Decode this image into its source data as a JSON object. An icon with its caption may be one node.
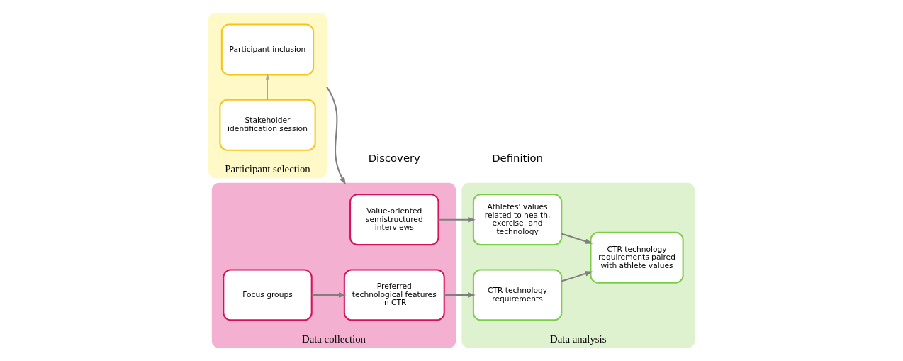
{
  "diagram": {
    "nodes": [
      {
        "text": [
          "Participant selection"
        ]
      },
      {
        "text": [
          "Stakeholder identification session"
        ],
        "in": 0
      },
      {
        "text": [
          "Participant inclusion"
        ],
        "in": 0
      },
      {
        "text": [
          "Data collection"
        ]
      },
      {
        "text": [
          "Value-oriented semistructured interviews"
        ],
        "in": 3
      },
      {
        "text": [
          "Focus groups"
        ],
        "in": 3
      },
      {
        "text": [
          "Preferred technological features in CTR"
        ],
        "in": 3
      },
      {
        "text": [
          "Data analysis"
        ]
      },
      {
        "text": [
          "Athletes' values related to health, exercise, and technology"
        ],
        "in": 7
      },
      {
        "text": [
          "CTR technology requirements"
        ],
        "in": 7
      },
      {
        "text": [
          "CTR technology requirements paired with athlete values"
        ],
        "in": 7
      }
    ],
    "edges": [
      {
        "from": 1,
        "to": 2,
        "arrow": "to",
        "color": "#a6a6a6"
      },
      {
        "from": 0,
        "to": 3,
        "arrow": "to"
      },
      {
        "from": 4,
        "to": 8,
        "arrow": "to"
      },
      {
        "from": 5,
        "to": 6,
        "arrow": "to"
      },
      {
        "from": 6,
        "to": 9,
        "arrow": "to"
      },
      {
        "from": 8,
        "to": 10,
        "arrow": "to"
      },
      {
        "from": 9,
        "to": 10,
        "arrow": "to"
      }
    ],
    "labels": [
      "Discovery",
      "Definition"
    ]
  }
}
